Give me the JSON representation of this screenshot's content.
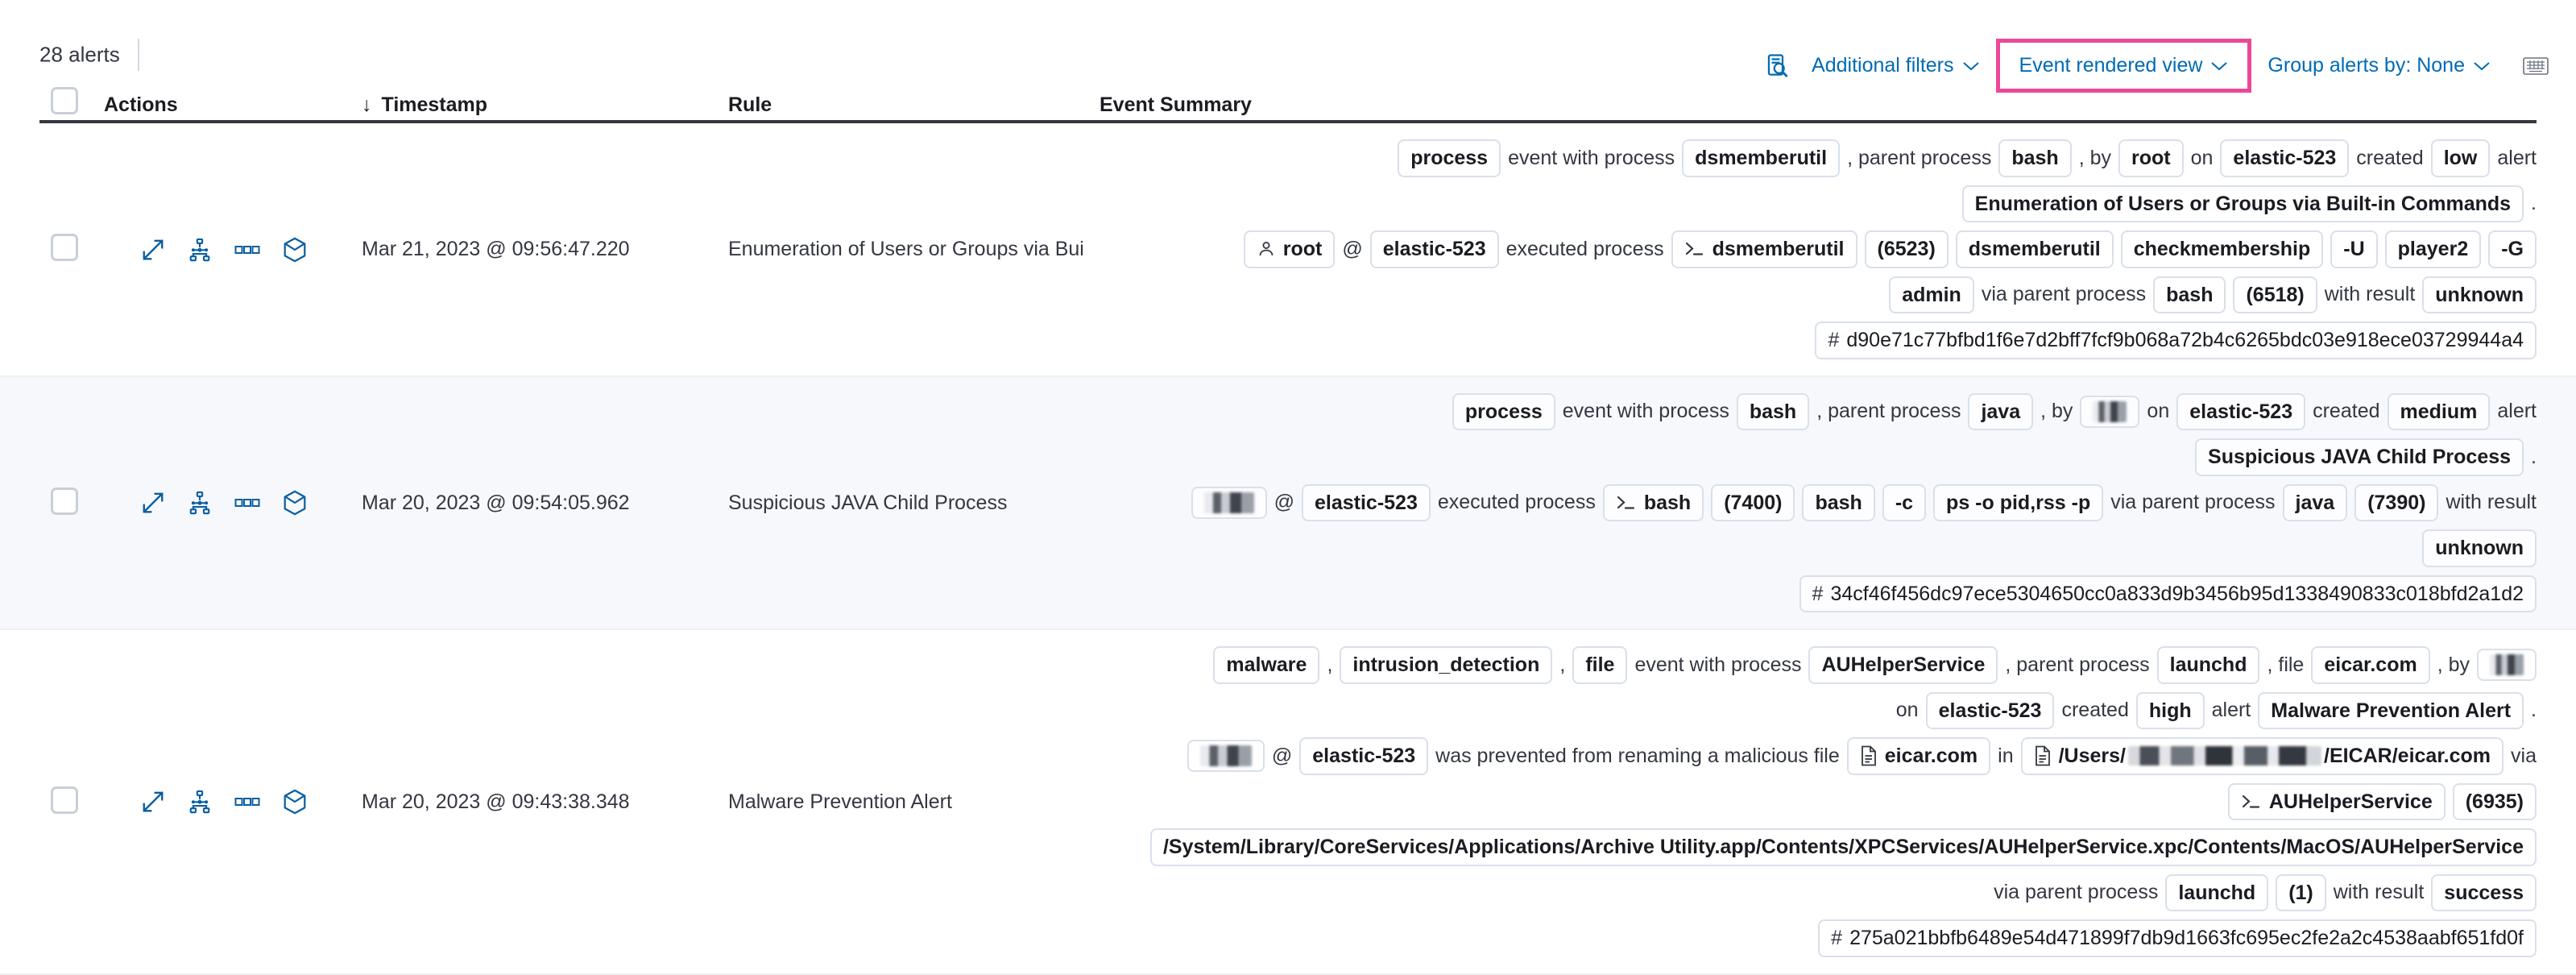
{
  "toolbar": {
    "alert_count": "28 alerts",
    "inspect_icon": "inspect-query-icon",
    "additional_filters": "Additional filters",
    "event_rendered_view": "Event rendered view",
    "group_alerts_by": "Group alerts by: None",
    "keyboard_icon": "keyboard-shortcuts-icon",
    "caret": "⌄",
    "accent_color": "#006bb4",
    "highlight_color": "#ec4899"
  },
  "table": {
    "headers": {
      "checkbox": "select-all",
      "actions": "Actions",
      "sort_arrow": "↓",
      "timestamp": "Timestamp",
      "rule": "Rule",
      "event_summary": "Event Summary"
    },
    "row_action_icons": [
      "expand-icon",
      "analyze-event-icon",
      "more-actions-icon",
      "session-view-icon"
    ],
    "rows": [
      {
        "timestamp": "Mar 21, 2023 @ 09:56:47.220",
        "rule": "Enumeration of Users or Groups via Bui",
        "summary_lines": [
          [
            {
              "t": "chip",
              "v": "process"
            },
            {
              "t": "txt",
              "v": "event with process"
            },
            {
              "t": "chip",
              "v": "dsmemberutil"
            },
            {
              "t": "txt",
              "v": ", parent process"
            },
            {
              "t": "chip",
              "v": "bash"
            },
            {
              "t": "txt",
              "v": ", by"
            },
            {
              "t": "chip",
              "v": "root"
            },
            {
              "t": "txt",
              "v": "on"
            },
            {
              "t": "chip",
              "v": "elastic-523"
            },
            {
              "t": "txt",
              "v": "created"
            },
            {
              "t": "chip",
              "v": "low"
            },
            {
              "t": "txt",
              "v": "alert"
            }
          ],
          [
            {
              "t": "chip",
              "v": "Enumeration of Users or Groups via Built-in Commands"
            },
            {
              "t": "txt",
              "v": "."
            }
          ],
          [
            {
              "t": "chip",
              "v": "root",
              "icon": "user-icon"
            },
            {
              "t": "txt",
              "v": "@"
            },
            {
              "t": "chip",
              "v": "elastic-523"
            },
            {
              "t": "txt",
              "v": "executed process"
            },
            {
              "t": "chip",
              "v": "dsmemberutil",
              "icon": "console-icon"
            },
            {
              "t": "chip",
              "v": "(6523)"
            },
            {
              "t": "chip",
              "v": "dsmemberutil"
            },
            {
              "t": "chip",
              "v": "checkmembership"
            },
            {
              "t": "chip",
              "v": "-U"
            },
            {
              "t": "chip",
              "v": "player2"
            },
            {
              "t": "chip",
              "v": "-G"
            }
          ],
          [
            {
              "t": "chip",
              "v": "admin"
            },
            {
              "t": "txt",
              "v": "via parent process"
            },
            {
              "t": "chip",
              "v": "bash"
            },
            {
              "t": "chip",
              "v": "(6518)"
            },
            {
              "t": "txt",
              "v": "with result"
            },
            {
              "t": "chip",
              "v": "unknown"
            }
          ],
          [
            {
              "t": "hash",
              "v": "d90e71c77bfbd1f6e7d2bff7fcf9b068a72b4c6265bdc03e918ece03729944a4"
            }
          ]
        ]
      },
      {
        "timestamp": "Mar 20, 2023 @ 09:54:05.962",
        "rule": "Suspicious JAVA Child Process",
        "summary_lines": [
          [
            {
              "t": "chip",
              "v": "process"
            },
            {
              "t": "txt",
              "v": "event with process"
            },
            {
              "t": "chip",
              "v": "bash"
            },
            {
              "t": "txt",
              "v": ", parent process"
            },
            {
              "t": "chip",
              "v": "java"
            },
            {
              "t": "txt",
              "v": ", by"
            },
            {
              "t": "redact",
              "v": ""
            },
            {
              "t": "txt",
              "v": "on"
            },
            {
              "t": "chip",
              "v": "elastic-523"
            },
            {
              "t": "txt",
              "v": "created"
            },
            {
              "t": "chip",
              "v": "medium"
            },
            {
              "t": "txt",
              "v": "alert"
            }
          ],
          [
            {
              "t": "chip",
              "v": "Suspicious JAVA Child Process"
            },
            {
              "t": "txt",
              "v": "."
            }
          ],
          [
            {
              "t": "redact",
              "v": "",
              "w": "w2"
            },
            {
              "t": "txt",
              "v": "@"
            },
            {
              "t": "chip",
              "v": "elastic-523"
            },
            {
              "t": "txt",
              "v": "executed process"
            },
            {
              "t": "chip",
              "v": "bash",
              "icon": "console-icon"
            },
            {
              "t": "chip",
              "v": "(7400)"
            },
            {
              "t": "chip",
              "v": "bash"
            },
            {
              "t": "chip",
              "v": "-c"
            },
            {
              "t": "chip",
              "v": "ps -o pid,rss -p"
            },
            {
              "t": "txt",
              "v": "via parent process"
            },
            {
              "t": "chip",
              "v": "java"
            },
            {
              "t": "chip",
              "v": "(7390)"
            },
            {
              "t": "txt",
              "v": "with result"
            }
          ],
          [
            {
              "t": "chip",
              "v": "unknown"
            }
          ],
          [
            {
              "t": "hash",
              "v": "34cf46f456dc97ece5304650cc0a833d9b3456b95d1338490833c018bfd2a1d2"
            }
          ]
        ]
      },
      {
        "timestamp": "Mar 20, 2023 @ 09:43:38.348",
        "rule": "Malware Prevention Alert",
        "summary_lines": [
          [
            {
              "t": "chip",
              "v": "malware"
            },
            {
              "t": "txt",
              "v": ","
            },
            {
              "t": "chip",
              "v": "intrusion_detection"
            },
            {
              "t": "txt",
              "v": ","
            },
            {
              "t": "chip",
              "v": "file"
            },
            {
              "t": "txt",
              "v": "event with process"
            },
            {
              "t": "chip",
              "v": "AUHelperService"
            },
            {
              "t": "txt",
              "v": ", parent process"
            },
            {
              "t": "chip",
              "v": "launchd"
            },
            {
              "t": "txt",
              "v": ", file"
            },
            {
              "t": "chip",
              "v": "eicar.com"
            },
            {
              "t": "txt",
              "v": ", by"
            },
            {
              "t": "redact",
              "v": ""
            }
          ],
          [
            {
              "t": "txt",
              "v": "on"
            },
            {
              "t": "chip",
              "v": "elastic-523"
            },
            {
              "t": "txt",
              "v": "created"
            },
            {
              "t": "chip",
              "v": "high"
            },
            {
              "t": "txt",
              "v": "alert"
            },
            {
              "t": "chip",
              "v": "Malware Prevention Alert"
            },
            {
              "t": "txt",
              "v": "."
            }
          ],
          [
            {
              "t": "redact",
              "v": "",
              "w": "w3"
            },
            {
              "t": "txt",
              "v": "@"
            },
            {
              "t": "chip",
              "v": "elastic-523"
            },
            {
              "t": "txt",
              "v": "was prevented from renaming a malicious file"
            },
            {
              "t": "chip",
              "v": "eicar.com",
              "icon": "file-icon"
            },
            {
              "t": "txt",
              "v": "in"
            },
            {
              "t": "chip-redact-path",
              "v": "/Users/",
              "v2": "/EICAR/eicar.com",
              "icon": "file-icon"
            },
            {
              "t": "txt",
              "v": "via"
            }
          ],
          [
            {
              "t": "chip",
              "v": "AUHelperService",
              "icon": "console-icon"
            },
            {
              "t": "chip",
              "v": "(6935)"
            }
          ],
          [
            {
              "t": "chip",
              "v": "/System/Library/CoreServices/Applications/Archive Utility.app/Contents/XPCServices/AUHelperService.xpc/Contents/MacOS/AUHelperService"
            }
          ],
          [
            {
              "t": "txt",
              "v": "via parent process"
            },
            {
              "t": "chip",
              "v": "launchd"
            },
            {
              "t": "chip",
              "v": "(1)"
            },
            {
              "t": "txt",
              "v": "with result"
            },
            {
              "t": "chip",
              "v": "success"
            }
          ],
          [
            {
              "t": "hash",
              "v": "275a021bbfb6489e54d471899f7db9d1663fc695ec2fe2a2c4538aabf651fd0f"
            }
          ]
        ]
      }
    ]
  }
}
